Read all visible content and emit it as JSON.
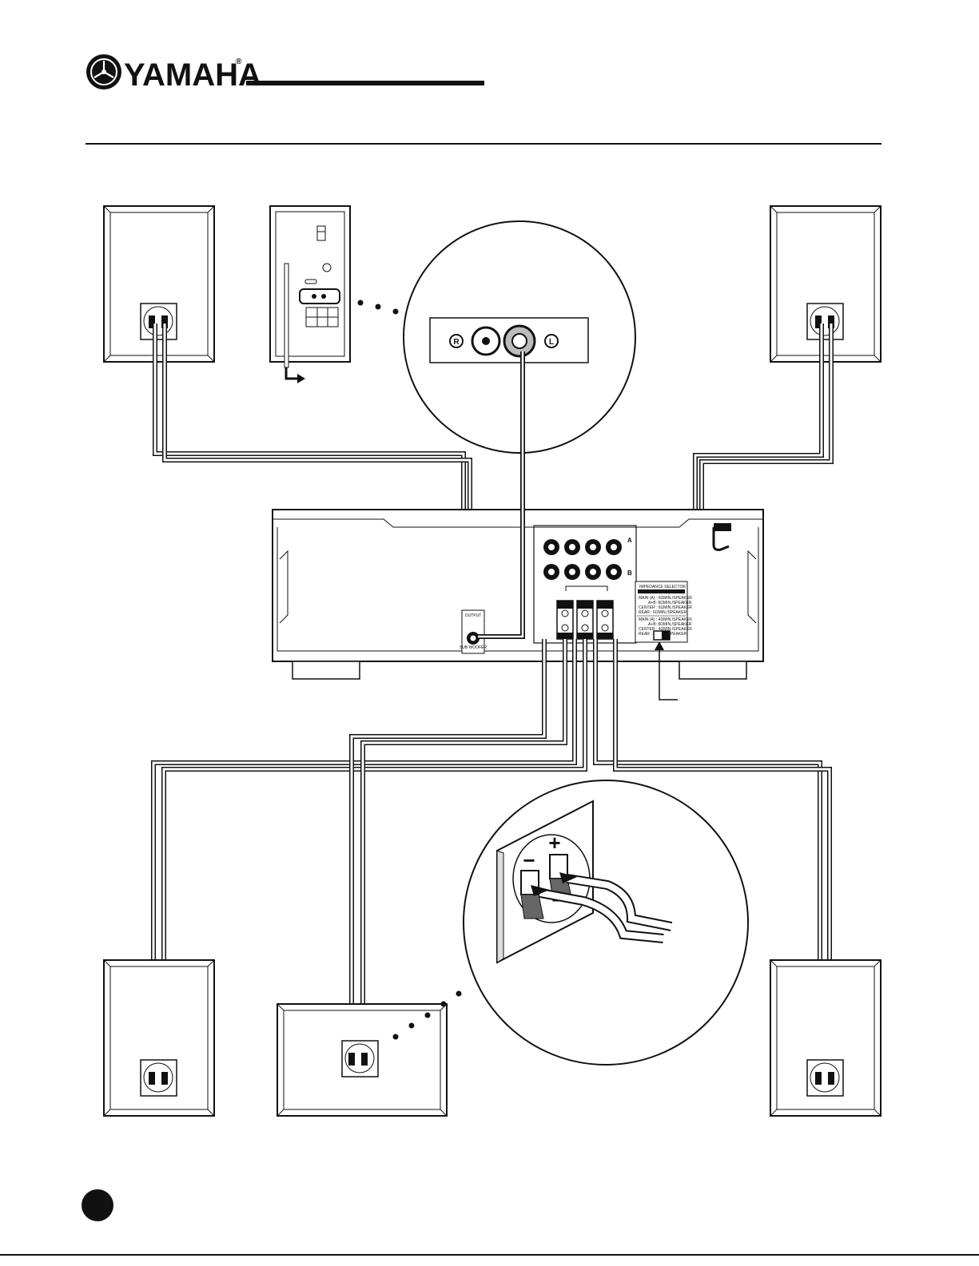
{
  "header": {
    "brand": "YAMAHA",
    "registered_mark": "®"
  },
  "subwoofer_inset": {
    "left_label": "R",
    "right_label": "L"
  },
  "receiver": {
    "front_terminal_row_label": "A",
    "rear_terminal_row_label": "B",
    "impedance_selector_title": "IMPEDANCE SELECTOR",
    "impedance_selector_lines": [
      "MAIN (A)  : 6ΩMIN./SPEAKER",
      "A+B: 8ΩMIN./SPEAKER",
      "CENTER : 6ΩMIN./SPEAKER",
      "REAR : 6ΩMIN./SPEAKER",
      "MAIN (A) : 4ΩMIN./SPEAKER",
      "A+B: 8ΩMIN./SPEAKER",
      "CENTER : 4ΩMIN./SPEAKER",
      "REAR : 4ΩMIN./SPEAKER"
    ],
    "output_label_top": "OUTPUT",
    "output_label_bottom": "SUB WOOFER"
  },
  "terminal_inset": {
    "plus_symbol": "+",
    "minus_symbol": "−"
  },
  "colors": {
    "ink": "#111111",
    "paper": "#ffffff",
    "gray": "#cfcfcf"
  }
}
